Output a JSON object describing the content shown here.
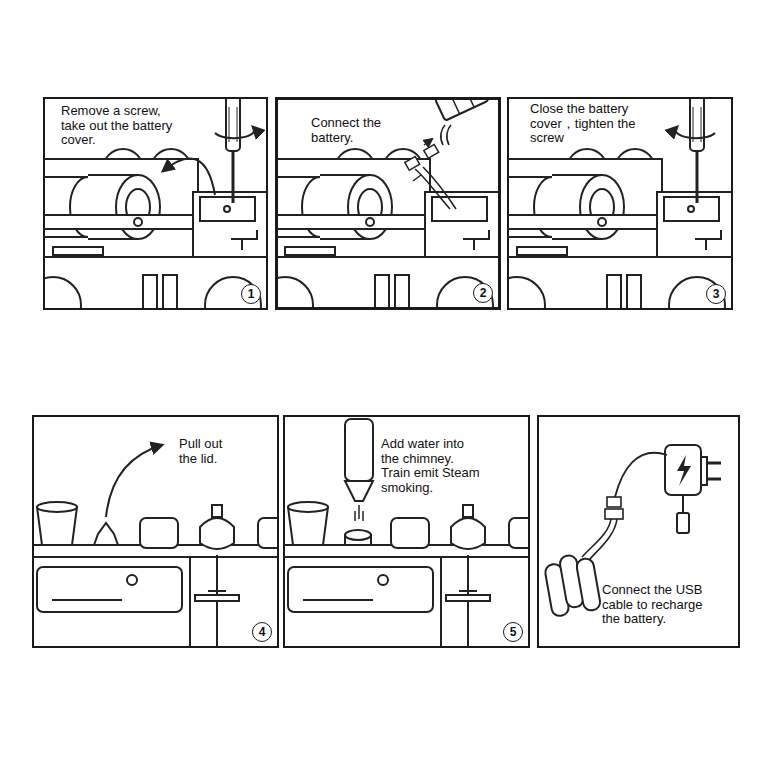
{
  "diagram": {
    "nodes": [
      {
        "text": [
          "Remove a screw, take out the battery cover."
        ]
      },
      {
        "text": [
          "1"
        ],
        "in": 0
      },
      {
        "text": [
          "Connect the battery."
        ]
      },
      {
        "text": [
          "2"
        ],
        "in": 2
      },
      {
        "text": [
          "Close the battery cover，tighten the screw"
        ]
      },
      {
        "text": [
          "3"
        ],
        "in": 4
      },
      {
        "text": [
          "Pull out the lid."
        ]
      },
      {
        "text": [
          "4"
        ],
        "in": 6
      },
      {
        "text": [
          "Add water into the chimney.",
          "Train emit Steam smoking."
        ]
      },
      {
        "text": [
          "5"
        ],
        "in": 8
      },
      {
        "text": [
          "Connect the USB cable to recharge the battery."
        ]
      }
    ]
  }
}
